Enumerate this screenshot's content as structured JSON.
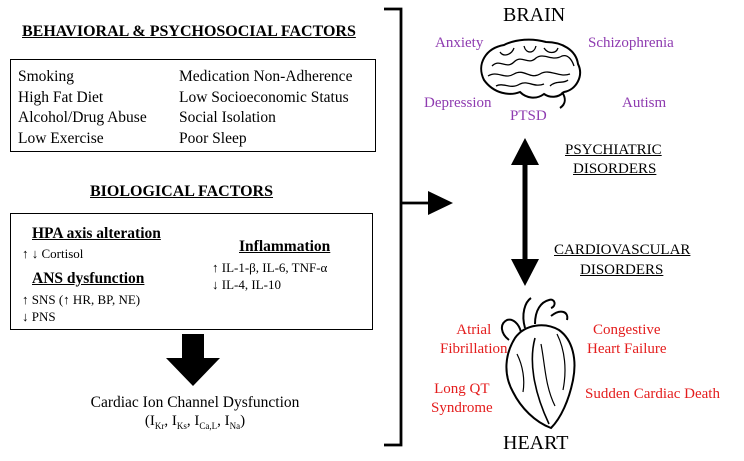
{
  "behavioral": {
    "title": "BEHAVIORAL & PSYCHOSOCIAL FACTORS",
    "left_items": [
      "Smoking",
      "High Fat Diet",
      "Alcohol/Drug Abuse",
      "Low Exercise"
    ],
    "right_items": [
      "Medication Non-Adherence",
      "Low Socioeconomic Status",
      "Social Isolation",
      "Poor Sleep"
    ]
  },
  "biological": {
    "title": "BIOLOGICAL FACTORS",
    "hpa": {
      "title": "HPA axis alteration",
      "line1": "↑ ↓ Cortisol"
    },
    "ans": {
      "title": "ANS dysfunction",
      "line1": "↑ SNS (↑ HR, BP, NE)",
      "line2": "↓ PNS"
    },
    "inflammation": {
      "title": "Inflammation",
      "line1": "↑ IL-1-β,  IL-6, TNF-α",
      "line2": "↓ IL-4, IL-10"
    }
  },
  "outcome": {
    "line1": "Cardiac Ion Channel Dysfunction",
    "currents": [
      {
        "base": "I",
        "sub": "Kr"
      },
      {
        "base": "I",
        "sub": "Ks"
      },
      {
        "base": "I",
        "sub": "Ca,L"
      },
      {
        "base": "I",
        "sub": "Na"
      }
    ]
  },
  "brain": {
    "title": "BRAIN",
    "disorders": [
      "Anxiety",
      "Schizophrenia",
      "Depression",
      "PTSD",
      "Autism"
    ],
    "color": "#8e3bb0"
  },
  "link": {
    "upper_line1": "PSYCHIATRIC",
    "upper_line2": "DISORDERS",
    "lower_line1": "CARDIOVASCULAR",
    "lower_line2": "DISORDERS"
  },
  "heart": {
    "title": "HEART",
    "disorders": [
      {
        "line1": "Atrial",
        "line2": "Fibrillation"
      },
      {
        "line1": "Congestive",
        "line2": "Heart Failure"
      },
      {
        "line1": "Long QT",
        "line2": "Syndrome"
      },
      {
        "line1": "Sudden Cardiac Death",
        "line2": ""
      }
    ],
    "color": "#e41d1d"
  }
}
